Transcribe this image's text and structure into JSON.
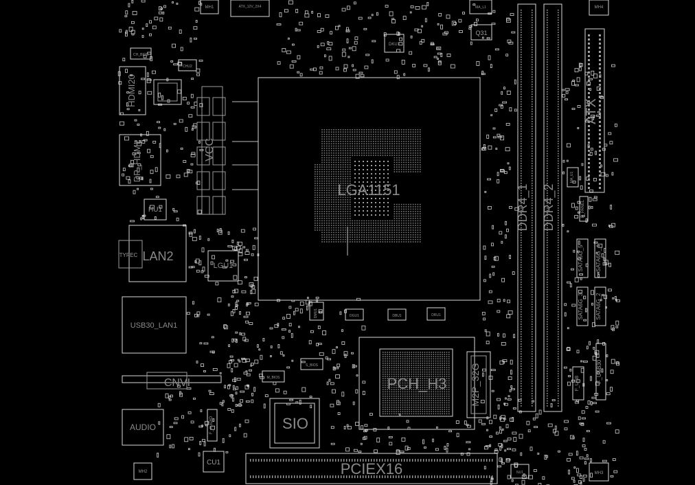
{
  "labels": {
    "cpu_socket": "LGA1151",
    "pch": "PCH_H3",
    "sio": "SIO",
    "pciex16": "PCIEX16",
    "ddr4_1": "DDR4_1",
    "ddr4_2": "DDR4_2",
    "atx": "ATX",
    "hdmi": "HDMI20",
    "dp_hdmi": "DP_HDMI",
    "lan2": "LAN2",
    "typec": "TYPEC",
    "usb_lan": "USB30_LAN1",
    "cnvi": "CNVI",
    "audio": "AUDIO",
    "m2p": "M2P_32G",
    "lgu1": "LGU1",
    "hu1": "HU1",
    "cu1": "CU1",
    "mh1": "MH1",
    "mh2": "MH2",
    "mh3": "MH3",
    "mh4": "MH4",
    "q31": "Q31",
    "atx12v": "ATX_12V_2X4",
    "dku1": "DKU1",
    "ma_l1": "MA_L1",
    "ch_bios": "CH_BIOS",
    "chu2": "CHU2",
    "sata1": "SATA6G_1",
    "sata2": "SATA6G_2",
    "sata3": "SATA6G_3",
    "sata4": "SATA6G_4",
    "sata5": "SATA6G_5",
    "f_panel": "F_PANEL",
    "f_usb30": "F_USB30",
    "f_usb": "F_USB",
    "f_audio": "F_AUDIO",
    "m_bios": "M_BIOS",
    "s_bios": "S_BIOS",
    "nu1": "NU1",
    "ma_u1": "MA_U1",
    "dgu1": "DGU1",
    "dbu1": "DBU1",
    "dru1": "DRU1",
    "dmu1": "DMU1",
    "vrm": "VCC"
  }
}
